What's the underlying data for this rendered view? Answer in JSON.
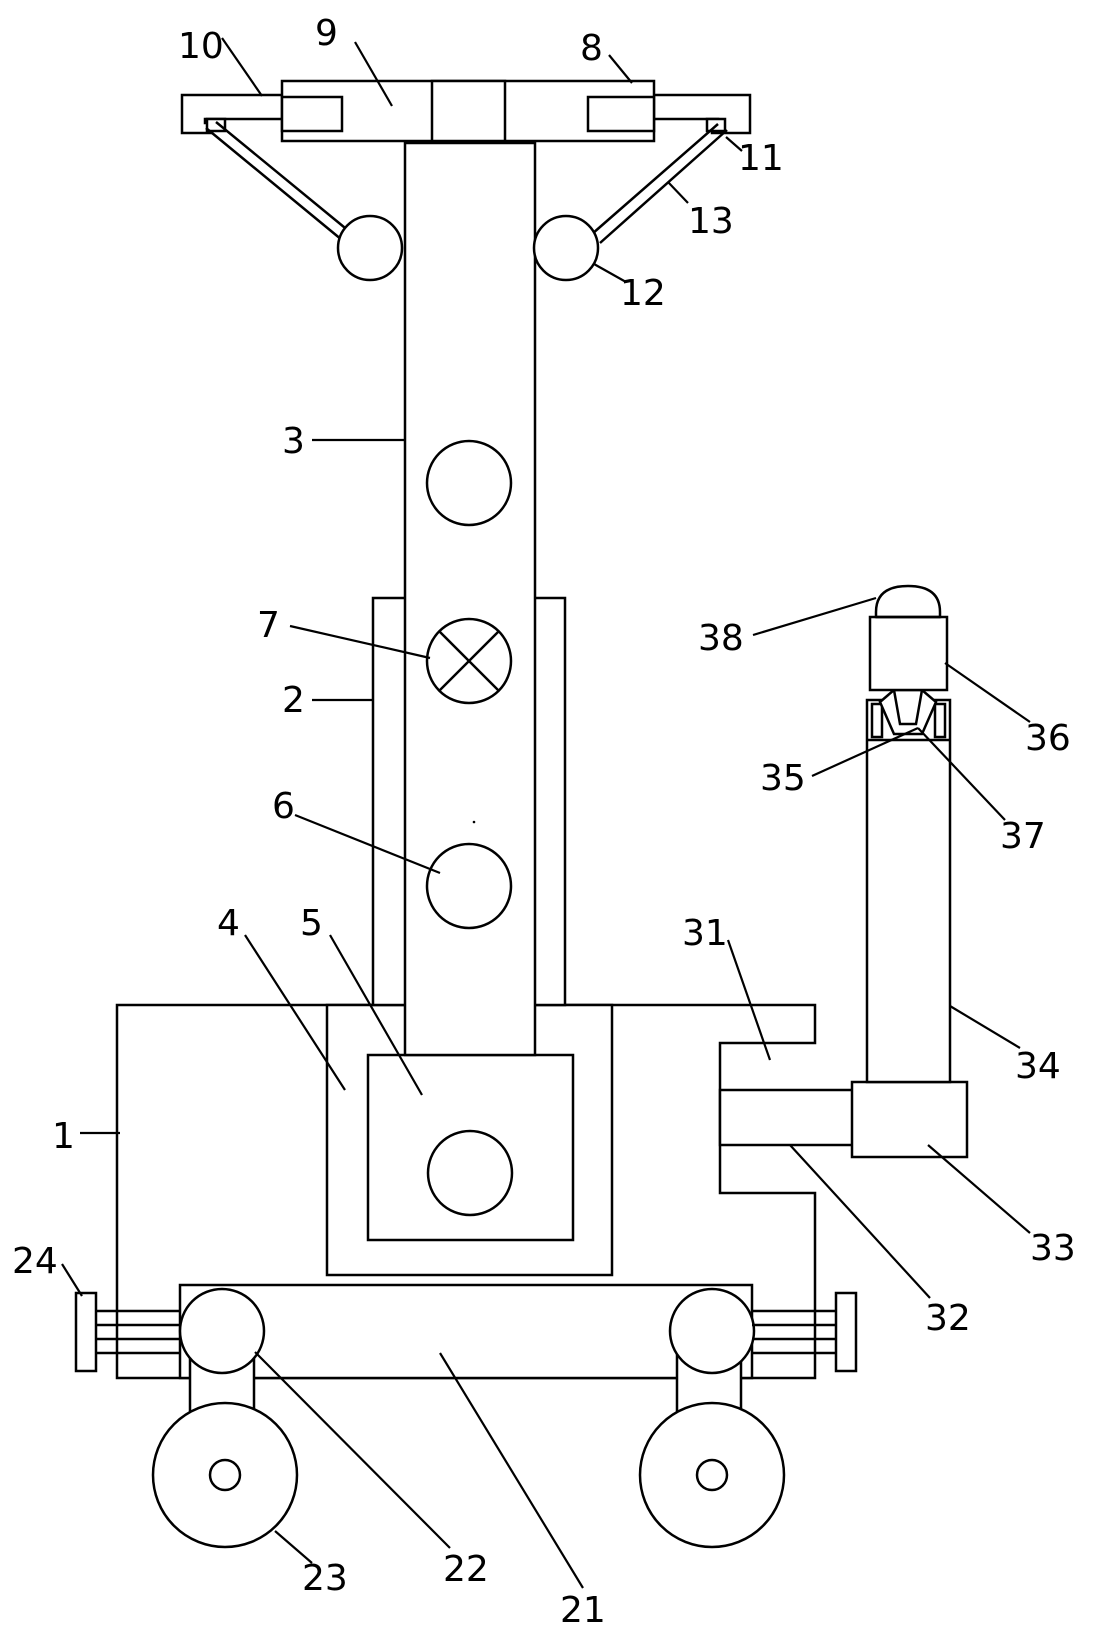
{
  "labels": {
    "l1": "1",
    "l2": "2",
    "l3": "3",
    "l4": "4",
    "l5": "5",
    "l6": "6",
    "l7": "7",
    "l8": "8",
    "l9": "9",
    "l10": "10",
    "l11": "11",
    "l12": "12",
    "l13": "13",
    "l21": "21",
    "l22": "22",
    "l23": "23",
    "l24": "24",
    "l31": "31",
    "l32": "32",
    "l33": "33",
    "l34": "34",
    "l35": "35",
    "l36": "36",
    "l37": "37",
    "l38": "38"
  },
  "colors": {
    "stroke": "#000000",
    "background": "#ffffff"
  }
}
